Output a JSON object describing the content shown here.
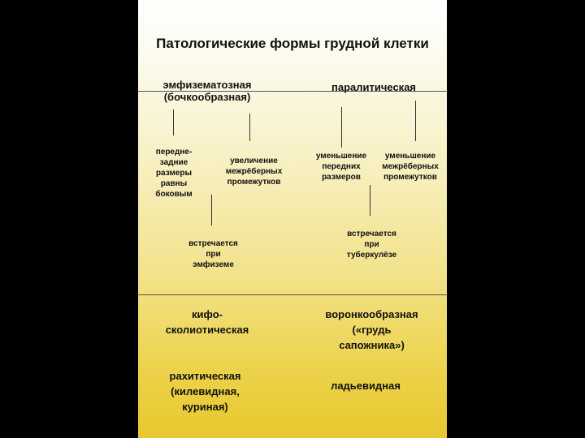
{
  "slide": {
    "title": "Патологические формы грудной клетки",
    "emphysematous": {
      "name": "эмфизематозная\n(бочкообразная)",
      "feature_1": "передне-\nзадние\nразмеры\nравны\nбоковым",
      "feature_2": "увеличение\nмежрёберных\nпромежутков",
      "occurrence": "встречается\nпри\nэмфиземе"
    },
    "paralytic": {
      "name": "паралитическая",
      "feature_1": "уменьшение\nпередних\nразмеров",
      "feature_2": "уменьшение\nмежрёберных\nпромежутков",
      "occurrence": "встречается\nпри\nтуберкулёзе"
    },
    "other_forms": {
      "kyphoscoliotic": "кифо-\nсколиотическая",
      "funnel": "воронкообразная\n(«грудь\nсапожника»)",
      "rachitic": "рахитическая\n(килевидная,\nкуриная)",
      "scaphoid": "ладьевидная"
    }
  }
}
